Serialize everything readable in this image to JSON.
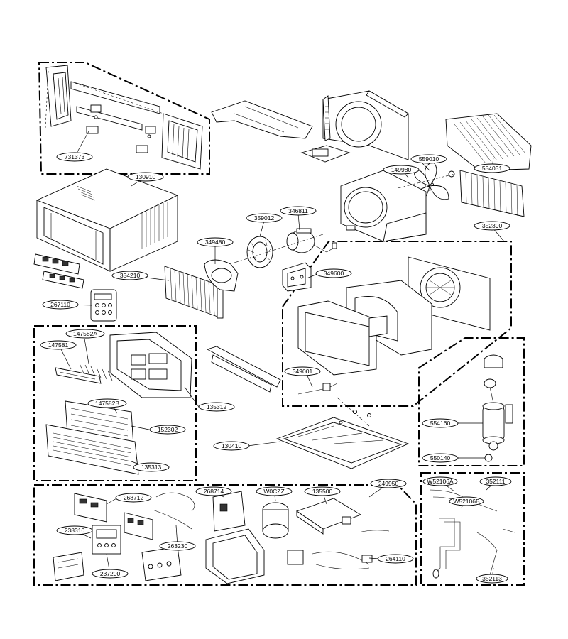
{
  "diagram": {
    "part_labels": [
      "731373",
      "130910",
      "354210",
      "267110",
      "349480",
      "359012",
      "346811",
      "349600",
      "149980",
      "559010",
      "554031",
      "352390",
      "349001",
      "147582A",
      "147581",
      "147582B",
      "152302",
      "135313",
      "135312",
      "130410",
      "554160",
      "550140",
      "268712",
      "268714",
      "W0CZZ",
      "135500",
      "249950",
      "238310",
      "263230",
      "237200",
      "264110",
      "W52106A",
      "352111",
      "W52106B",
      "352113"
    ]
  }
}
